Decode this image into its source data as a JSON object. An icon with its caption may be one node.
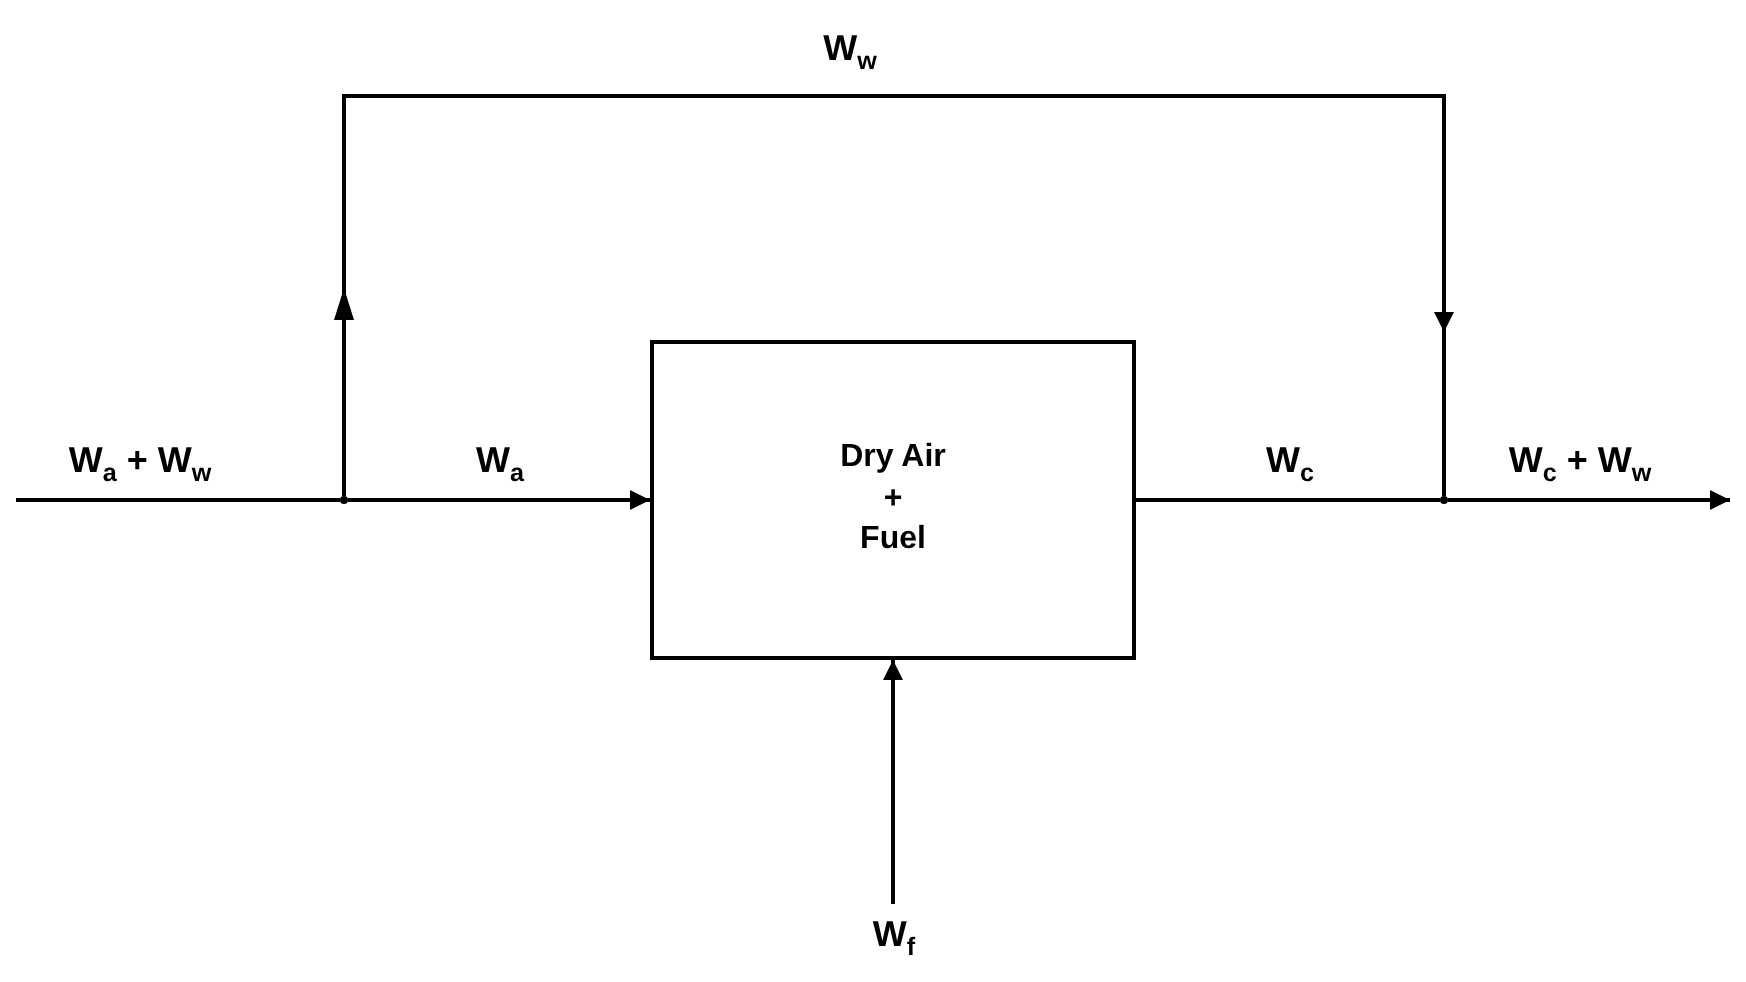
{
  "diagram": {
    "nodes": [
      {
        "text": [],
        "shape": "point"
      },
      {
        "text": [
          "Dry Air",
          "+",
          "Fuel"
        ]
      },
      {
        "text": [],
        "shape": "point"
      },
      {
        "text": [
          "W$_{f}$"
        ]
      }
    ],
    "edges": [
      {
        "from": null,
        "to": 0,
        "arrow": "none",
        "label": "W$_{a}$ + W$_{w}$"
      },
      {
        "from": 0,
        "to": 1,
        "arrow": "to",
        "label": "W$_{a}$"
      },
      {
        "from": 0,
        "to": 2,
        "arrow": "to",
        "label": "W$_{w}$"
      },
      {
        "from": 1,
        "to": 2,
        "arrow": "none",
        "label": "W$_{c}$"
      },
      {
        "from": 2,
        "to": null,
        "arrow": "to",
        "label": "W$_{c}$ + W$_{w}$"
      },
      {
        "from": 3,
        "to": 1,
        "arrow": "to"
      }
    ]
  }
}
